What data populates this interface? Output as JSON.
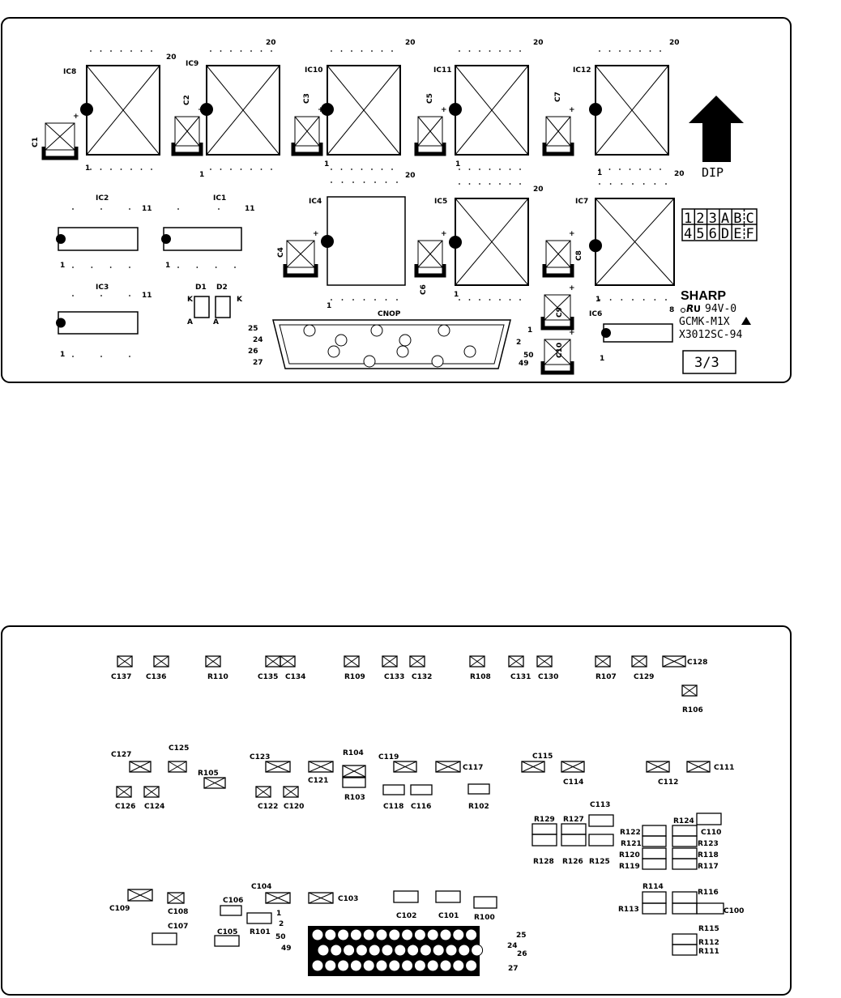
{
  "top_board": {
    "components": [
      "IC8",
      "IC9",
      "IC10",
      "IC11",
      "IC12",
      "IC4",
      "IC5",
      "IC7",
      "IC2",
      "IC1",
      "IC3",
      "IC6",
      "C1",
      "C2",
      "C3",
      "C5",
      "C7",
      "C4",
      "C6",
      "C8",
      "C9",
      "C10",
      "D1",
      "D2",
      "CNOP"
    ],
    "pin_labels": [
      "20",
      "20",
      "20",
      "20",
      "20",
      "20",
      "20",
      "20",
      "1",
      "1",
      "1",
      "1",
      "1",
      "1",
      "1",
      "1",
      "11",
      "1",
      "11",
      "1",
      "11",
      "1",
      "1",
      "8",
      "K",
      "A",
      "K",
      "A",
      "25",
      "24",
      "26",
      "27",
      "1",
      "2",
      "50",
      "49"
    ],
    "dip_label": "DIP",
    "dip_switch_cells": [
      "1",
      "2",
      "3",
      "A",
      "B",
      "C",
      "4",
      "5",
      "6",
      "D",
      "E",
      "F"
    ],
    "maker": "SHARP",
    "flammability": "94V-0",
    "model": "GCMK-M1X",
    "part_number": "X3012SC-94",
    "sheet": "3/3"
  },
  "bottom_board": {
    "components": [
      "C137",
      "C136",
      "R110",
      "C135",
      "C134",
      "R109",
      "C133",
      "C132",
      "R108",
      "C131",
      "C130",
      "R107",
      "C129",
      "C128",
      "R106",
      "C127",
      "C125",
      "R105",
      "C126",
      "C124",
      "C123",
      "C121",
      "C122",
      "C120",
      "R104",
      "R103",
      "C119",
      "C117",
      "C118",
      "C116",
      "R102",
      "C115",
      "C114",
      "C112",
      "C111",
      "C113",
      "R129",
      "R128",
      "R127",
      "R126",
      "R125",
      "R124",
      "R122",
      "R121",
      "R120",
      "R119",
      "C110",
      "R123",
      "R118",
      "R117",
      "R114",
      "R113",
      "R116",
      "R115",
      "C100",
      "R112",
      "R111",
      "C109",
      "C108",
      "C106",
      "C104",
      "C103",
      "R101",
      "C107",
      "C105",
      "C102",
      "C101",
      "R100"
    ],
    "pin_labels": [
      "1",
      "2",
      "50",
      "49",
      "25",
      "24",
      "26",
      "27"
    ]
  }
}
